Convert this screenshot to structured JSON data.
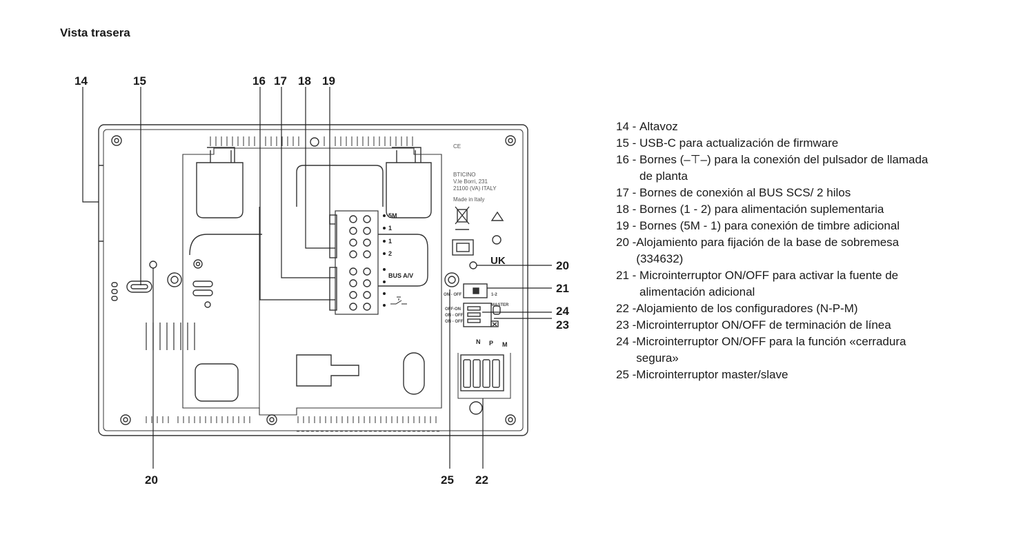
{
  "title": "Vista trasera",
  "callouts": {
    "c14": "14",
    "c15": "15",
    "c16": "16",
    "c17": "17",
    "c18": "18",
    "c19": "19",
    "c20a": "20",
    "c20b": "20",
    "c21": "21",
    "c24": "24",
    "c23": "23",
    "c25": "25",
    "c22": "22"
  },
  "device_labels": {
    "brand": "BTICINO",
    "address1": "V.le Borri, 231",
    "address2": "21100 (VA) ITALY",
    "made_in": "Made in Italy",
    "ce_mark": "CE",
    "uk_mark": "UK",
    "term_5m": "5M",
    "term_1a": "1",
    "term_1b": "1",
    "term_2": "2",
    "term_bus": "BUS A/V",
    "sw_onoff_top": "ON - OFF",
    "sw_12": "1-2",
    "sw_master": "MASTER",
    "sw_onoff_1": "OFF-ON",
    "sw_onoff_2": "ON - OFF",
    "sw_onoff_3": "ON - OFF",
    "conf_n": "N",
    "conf_p": "P",
    "conf_m": "M"
  },
  "legend": [
    {
      "num": "14 - ",
      "text": "Altavoz"
    },
    {
      "num": "15 - ",
      "text": "USB-C para actualización de firmware"
    },
    {
      "num": "16 - ",
      "text": "Bornes (–⊤–) para la conexión del pulsador de llamada de planta"
    },
    {
      "num": "17 - ",
      "text": "Bornes de conexión al BUS SCS/ 2 hilos"
    },
    {
      "num": "18 - ",
      "text": "Bornes (1 - 2) para alimentación suplementaria"
    },
    {
      "num": "19 - ",
      "text": "Bornes (5M - 1) para conexión de timbre adicional"
    },
    {
      "num": "20 -",
      "text": "Alojamiento para fijación de la base de sobremesa (334632)"
    },
    {
      "num": "21 - ",
      "text": "Microinterruptor ON/OFF para activar la fuente de alimentación adicional"
    },
    {
      "num": "22 -",
      "text": "Alojamiento de los configuradores (N-P-M)"
    },
    {
      "num": "23 -",
      "text": "Microinterruptor ON/OFF de terminación de línea"
    },
    {
      "num": "24 -",
      "text": "Microinterruptor ON/OFF para la función «cerradura segura»"
    },
    {
      "num": "25 -",
      "text": "Microinterruptor master/slave"
    }
  ]
}
